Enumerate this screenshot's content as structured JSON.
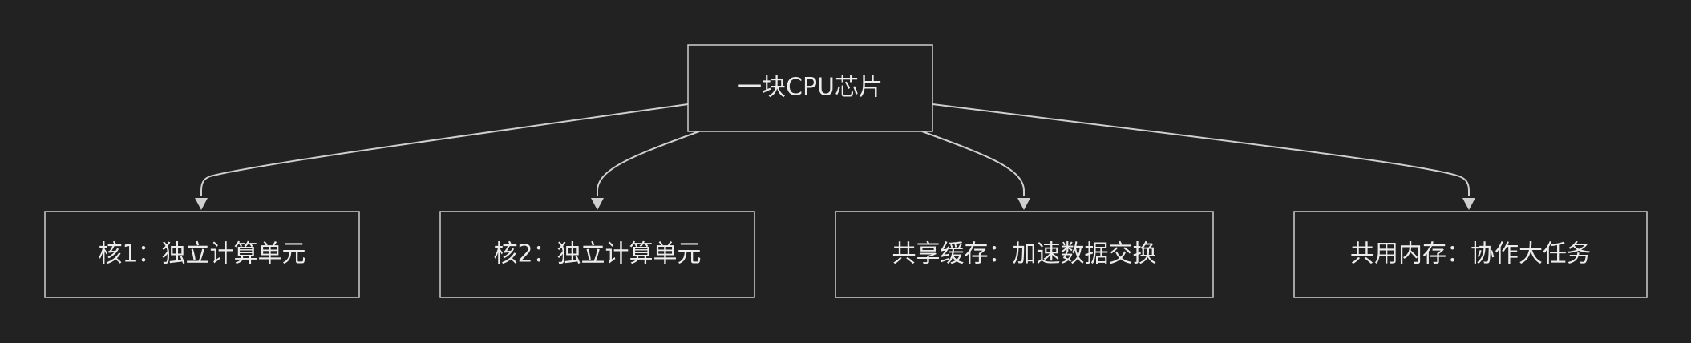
{
  "diagram": {
    "root": {
      "id": "cpu",
      "label": "一块CPU芯片"
    },
    "children": [
      {
        "id": "core1",
        "label": "核1：独立计算单元"
      },
      {
        "id": "core2",
        "label": "核2：独立计算单元"
      },
      {
        "id": "cache",
        "label": "共享缓存：加速数据交换"
      },
      {
        "id": "memory",
        "label": "共用内存：协作大任务"
      }
    ],
    "colors": {
      "background": "#222222",
      "stroke": "#cfcfcf",
      "text": "#ececec"
    }
  }
}
